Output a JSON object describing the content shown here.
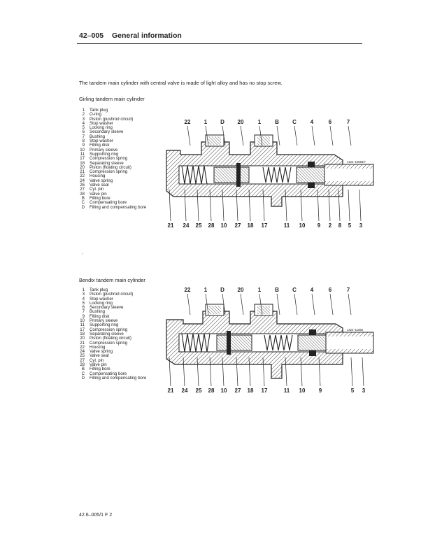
{
  "header": {
    "code": "42–005",
    "title": "General information"
  },
  "intro": "The tandem main cylinder with central valve is made of light alloy and has no stop screw.",
  "girling": {
    "title": "Girling tandem main cylinder",
    "legend": [
      {
        "num": "1",
        "text": "Tank plug"
      },
      {
        "num": "2",
        "text": "O-ring"
      },
      {
        "num": "3",
        "text": "Piston (pushrod circuit)"
      },
      {
        "num": "4",
        "text": "Stop washer"
      },
      {
        "num": "5",
        "text": "Locking ring"
      },
      {
        "num": "6",
        "text": "Secondary sleeve"
      },
      {
        "num": "7",
        "text": "Bushing"
      },
      {
        "num": "8",
        "text": "Stop washer"
      },
      {
        "num": "9",
        "text": "Filling disk"
      },
      {
        "num": "10",
        "text": "Primary sleeve"
      },
      {
        "num": "11",
        "text": "Supporting ring"
      },
      {
        "num": "17",
        "text": "Compression spring"
      },
      {
        "num": "18",
        "text": "Separating sleeve"
      },
      {
        "num": "20",
        "text": "Piston (floating circuit)"
      },
      {
        "num": "21",
        "text": "Compression spring"
      },
      {
        "num": "22",
        "text": "Housing"
      },
      {
        "num": "24",
        "text": "Valve spring"
      },
      {
        "num": "26",
        "text": "Valve seal"
      },
      {
        "num": "27",
        "text": "Cyl. pin"
      },
      {
        "num": "28",
        "text": "Valve pin"
      },
      {
        "num": "B",
        "text": "Filling bore"
      },
      {
        "num": "C",
        "text": "Compensating bore"
      },
      {
        "num": "D",
        "text": "Filling and compensating bore"
      }
    ],
    "top_callouts": [
      "22",
      "1",
      "D",
      "20",
      "1",
      "B",
      "C",
      "4",
      "6",
      "7"
    ],
    "bottom_callouts": [
      "21",
      "24",
      "25",
      "28",
      "10",
      "27",
      "18",
      "17",
      "11",
      "10",
      "9",
      "2",
      "8",
      "5",
      "3"
    ],
    "fig_ref": "1424–10983/7"
  },
  "bendix": {
    "title": "Bendix tandem main cylinder",
    "legend": [
      {
        "num": "1",
        "text": "Tank plug"
      },
      {
        "num": "3",
        "text": "Piston (pushrod circuit)"
      },
      {
        "num": "4",
        "text": "Stop washer"
      },
      {
        "num": "5",
        "text": "Locking ring"
      },
      {
        "num": "6",
        "text": "Secondary sleeve"
      },
      {
        "num": "7",
        "text": "Bushing"
      },
      {
        "num": "9",
        "text": "Filling disk"
      },
      {
        "num": "10",
        "text": "Primary sleeve"
      },
      {
        "num": "11",
        "text": "Supporting ring"
      },
      {
        "num": "17",
        "text": "Compression spring"
      },
      {
        "num": "18",
        "text": "Separating sleeve"
      },
      {
        "num": "20",
        "text": "Piston (floating circuit)"
      },
      {
        "num": "21",
        "text": "Compression spring"
      },
      {
        "num": "22",
        "text": "Housing"
      },
      {
        "num": "24",
        "text": "Valve spring"
      },
      {
        "num": "25",
        "text": "Valve seal"
      },
      {
        "num": "27",
        "text": "Cyl. pin"
      },
      {
        "num": "28",
        "text": "Valve pin"
      },
      {
        "num": "B",
        "text": "Filling bore"
      },
      {
        "num": "C",
        "text": "Compensating bore"
      },
      {
        "num": "D",
        "text": "Filling and compensating bore"
      }
    ],
    "top_callouts": [
      "22",
      "1",
      "D",
      "20",
      "1",
      "B",
      "C",
      "4",
      "6",
      "7"
    ],
    "bottom_callouts": [
      "21",
      "24",
      "25",
      "28",
      "10",
      "27",
      "18",
      "17",
      "11",
      "10",
      "9",
      "5",
      "3"
    ],
    "fig_ref": "1424–11555"
  },
  "footer": "42.6–005/1   F 2"
}
